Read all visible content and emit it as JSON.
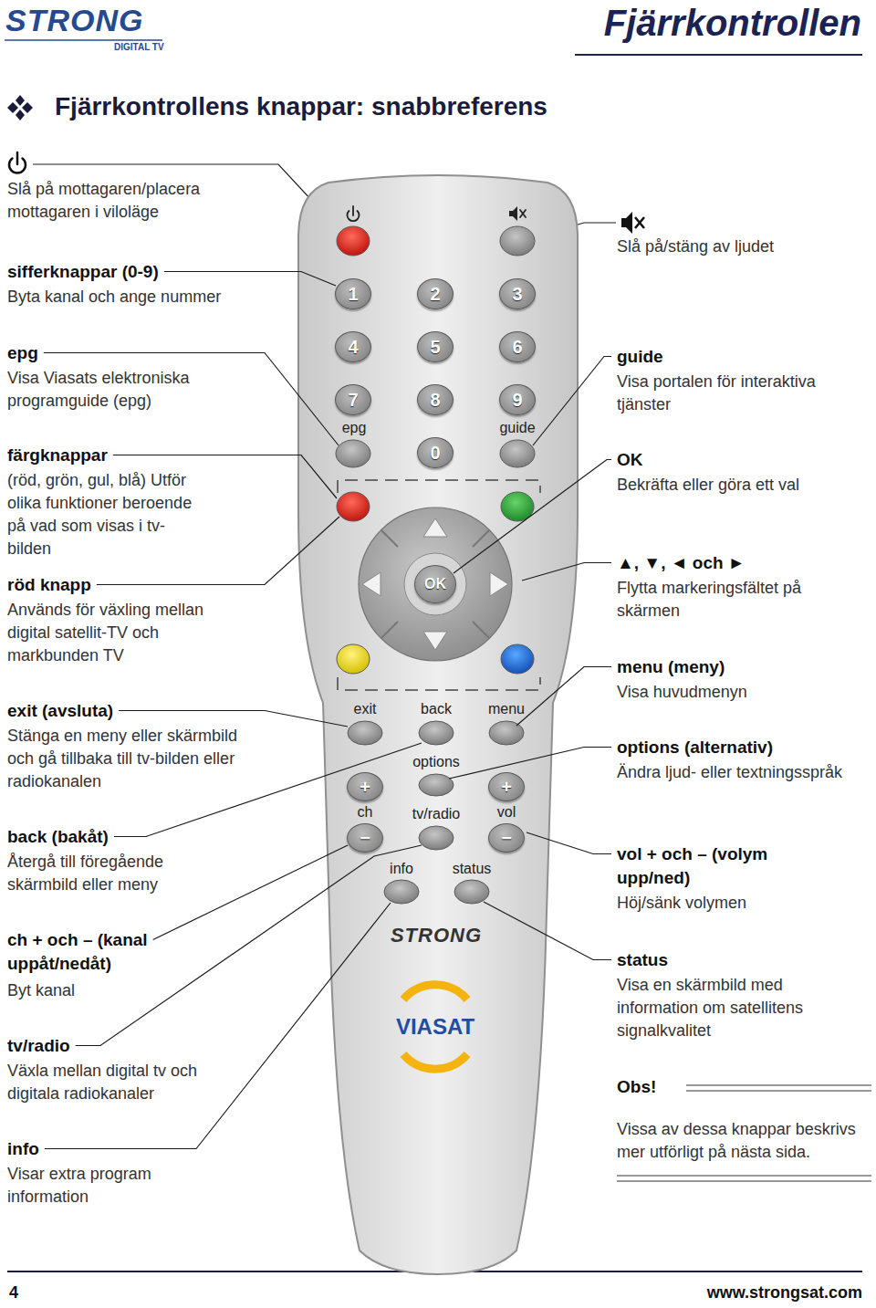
{
  "diagram": {
    "title": "Fjärrkontrollens knappar: snabbreferens",
    "nodes": [
      {
        "text": [
          "epg",
          "guide",
          "exit",
          "back",
          "menu",
          "options",
          "ch",
          "tv/radio",
          "vol",
          "info",
          "status",
          "STRONG"
        ]
      },
      {
        "text": [
          "1"
        ],
        "in": 0
      },
      {
        "text": [
          "2"
        ],
        "in": 0
      },
      {
        "text": [
          "3"
        ],
        "in": 0
      },
      {
        "text": [
          "4"
        ],
        "in": 0
      },
      {
        "text": [
          "5"
        ],
        "in": 0
      },
      {
        "text": [
          "6"
        ],
        "in": 0
      },
      {
        "text": [
          "7"
        ],
        "in": 0
      },
      {
        "text": [
          "8"
        ],
        "in": 0
      },
      {
        "text": [
          "9"
        ],
        "in": 0
      },
      {
        "text": [
          "0"
        ],
        "in": 0
      },
      {
        "text": [
          "OK"
        ],
        "in": 0
      },
      {
        "text": [
          "+"
        ],
        "in": 0
      },
      {
        "text": [
          "−"
        ],
        "in": 0
      },
      {
        "text": [
          "+"
        ],
        "in": 0
      },
      {
        "text": [
          "−"
        ],
        "in": 0
      },
      {
        "text": [
          "VIASAT"
        ],
        "in": 0
      }
    ],
    "labels": [
      "STRONG",
      "DIGITAL TV",
      "Fjärrkontrollen",
      "Slå på mottagaren/placera mottagaren i viloläge",
      "sifferknappar (0-9)",
      "Byta kanal och ange nummer",
      "epg",
      "Visa Viasats elektroniska programguide (epg)",
      "färgknappar",
      "(röd, grön, gul, blå) Utför olika funktioner beroende på vad som visas i tv-bilden",
      "röd knapp",
      "Används för växling mellan digital satellit-TV och markbunden TV",
      "exit (avsluta)",
      "Stänga en meny eller skärmbild och gå tillbaka till tv-bilden eller radiokanalen",
      "back (bakåt)",
      "Återgå till föregående skärmbild eller meny",
      "ch + och – (kanal uppåt/nedåt)",
      "Byt kanal",
      "tv/radio",
      "Växla mellan digital tv och digitala radiokanaler",
      "info",
      "Visar extra program information",
      "Slå på/stäng av ljudet",
      "guide",
      "Visa portalen för interaktiva tjänster",
      "OK",
      "Bekräfta eller göra ett val",
      "▲, ▼, ◄ och ►",
      "Flytta markeringsfältet på skärmen",
      "menu (meny)",
      "Visa huvudmenyn",
      "options (alternativ)",
      "Ändra ljud- eller textningsspråk",
      "vol + och – (volym upp/ned)",
      "Höj/sänk volymen",
      "status",
      "Visa en skärmbild med information om satellitens signalkvalitet",
      "Obs!",
      "Vissa av dessa knappar beskrivs mer utförligt på nästa sida.",
      "4",
      "www.strongsat.com"
    ]
  }
}
